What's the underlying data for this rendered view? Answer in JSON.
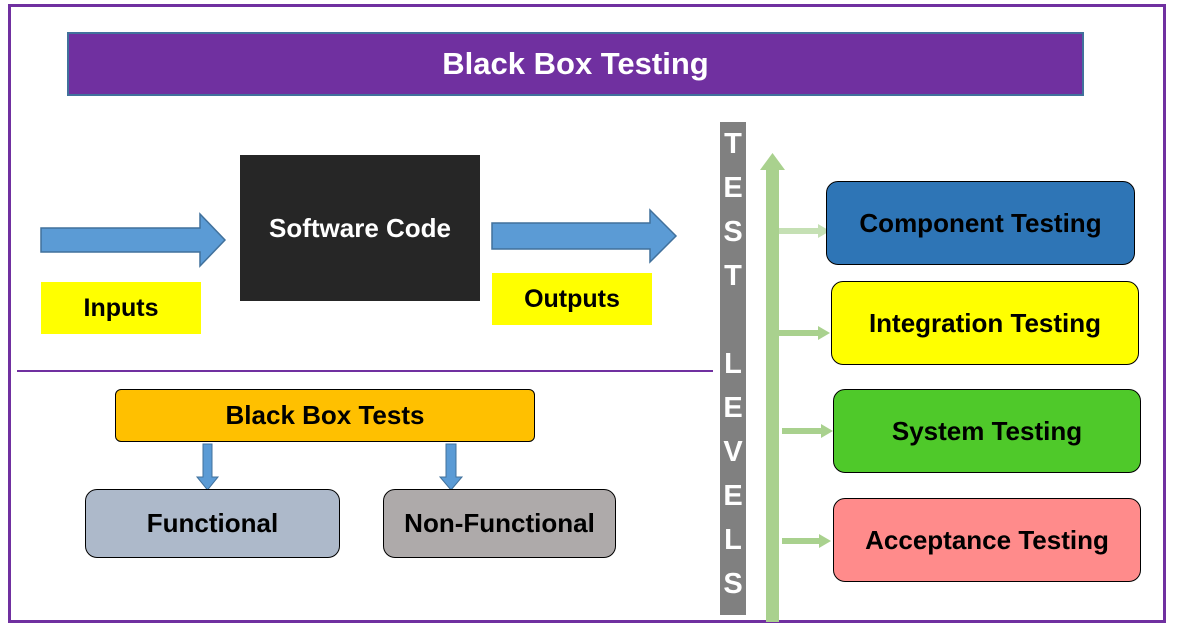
{
  "title": "Black Box Testing",
  "flow": {
    "software_code": "Software Code",
    "inputs_label": "Inputs",
    "outputs_label": "Outputs"
  },
  "tests": {
    "root": "Black Box Tests",
    "functional": "Functional",
    "non_functional": "Non-Functional"
  },
  "test_levels_letters": [
    "T",
    "E",
    "S",
    "T",
    " ",
    "L",
    "E",
    "V",
    "E",
    "L",
    "S"
  ],
  "levels": [
    {
      "label": "Component Testing",
      "color": "#2e75b6"
    },
    {
      "label": "Integration Testing",
      "color": "#ffff00"
    },
    {
      "label": "System Testing",
      "color": "#4fc92a"
    },
    {
      "label": "Acceptance Testing",
      "color": "#ff8b8b"
    }
  ],
  "colors": {
    "frame": "#7030a0",
    "arrow_blue": "#5b9bd5",
    "arrow_green": "#a9d18e"
  }
}
